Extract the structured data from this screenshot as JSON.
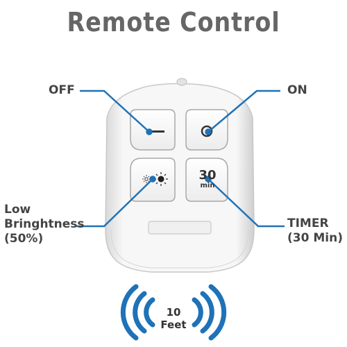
{
  "title": "Remote Control",
  "labels": {
    "off": "OFF",
    "on": "ON",
    "low_line1": "Low",
    "low_line2": "Bringhtness",
    "low_line3": "(50%)",
    "timer_line1": "TIMER",
    "timer_line2": "(30 Min)"
  },
  "buttons": {
    "off_symbol": "—",
    "on_symbol": "○",
    "brightness_icon": "sun-brightness-icon",
    "timer_value": "30",
    "timer_unit": "min"
  },
  "range": {
    "text": "10 Feet",
    "icon": "wireless-signal-icon"
  },
  "colors": {
    "accent": "#1e72b8",
    "title": "#666666",
    "label": "#444444",
    "remote_body": "#f4f4f4"
  }
}
